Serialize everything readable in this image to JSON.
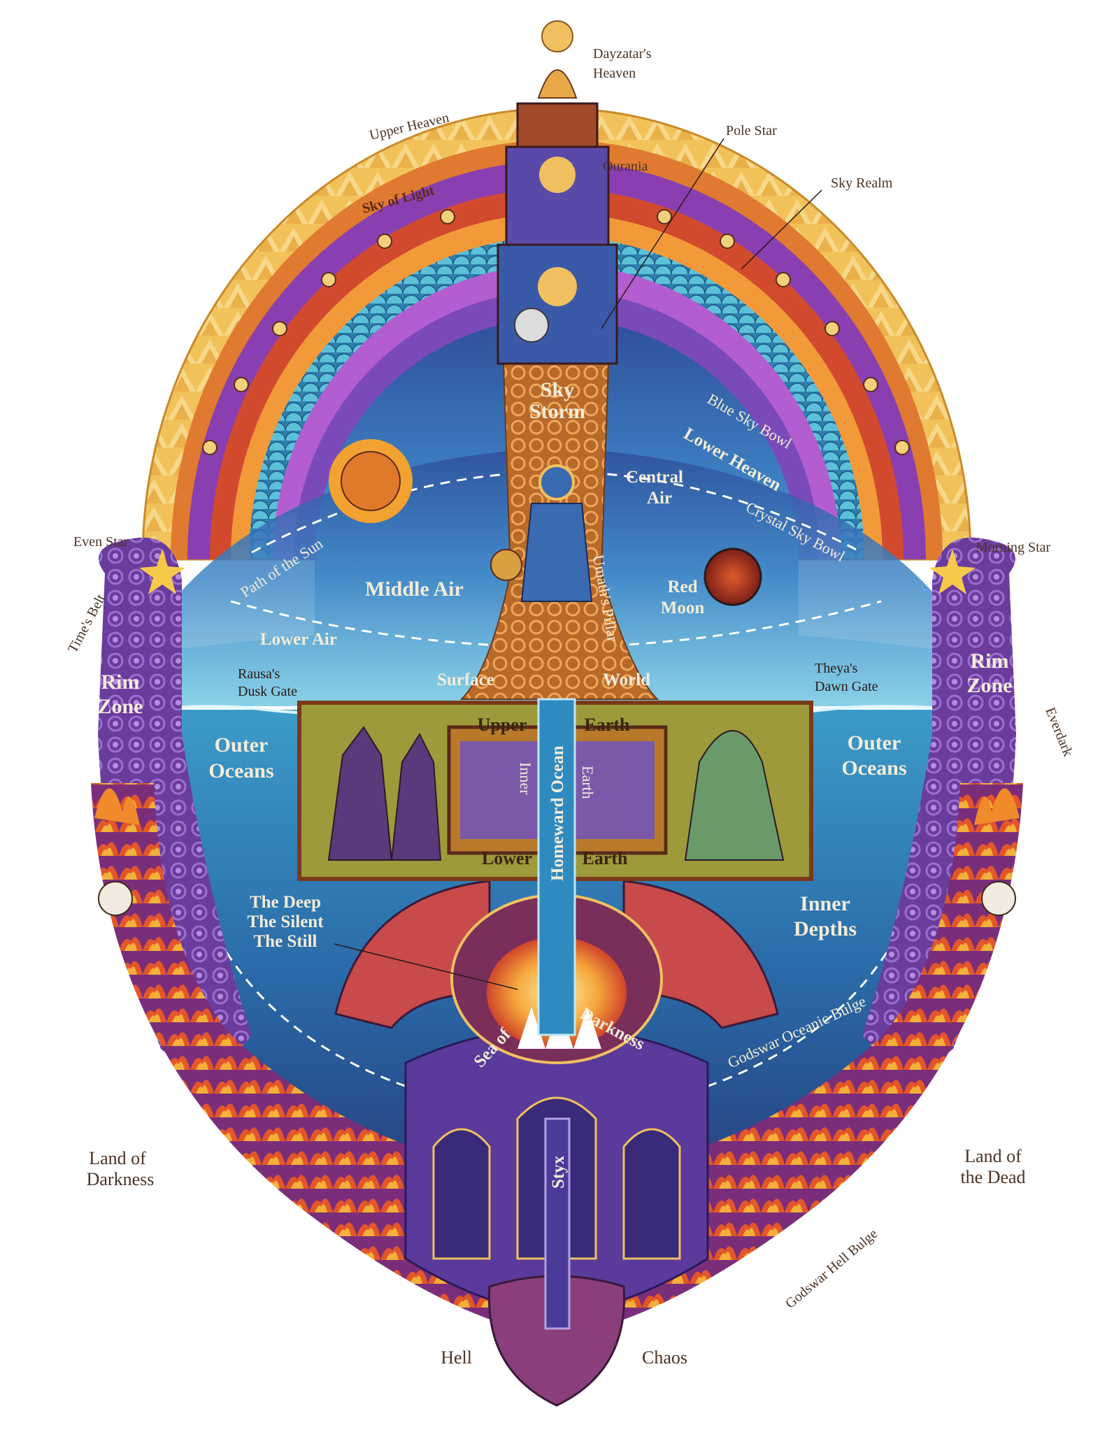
{
  "colors": {
    "upper_heaven": "#f0b84a",
    "sky_of_light": "#e9722c",
    "sky_realm": "#7d3ea1",
    "blue_sky_bowl": "#3a8fb8",
    "lower_heaven": "#a24fc0",
    "middle_air": "#4fa6d6",
    "outer_oceans": "#2e78b5",
    "inner_depths": "#2a5a9c",
    "rim_zone": "#6b3f9a",
    "hell_fire": "#e7542a",
    "pillar": "#c27a3a",
    "earth_panel": "#9a9a3a",
    "label_dark": "#4a3324",
    "label_light": "#f4ecd8"
  },
  "labels": {
    "dayzatar_1": "Dayzatar's",
    "dayzatar_2": "Heaven",
    "upper_heaven": "Upper Heaven",
    "pole_star": "Pole Star",
    "ourania": "Ourania",
    "sky_of_light": "Sky of Light",
    "sky_realm": "Sky Realm",
    "sky_storm_1": "Sky",
    "sky_storm_2": "Storm",
    "blue_sky_bowl": "Blue Sky Bowl",
    "lower_heaven": "Lower Heaven",
    "central_air_1": "Central",
    "central_air_2": "Air",
    "crystal_sky_bowl": "Crystal Sky Bowl",
    "path_of_the_sun": "Path of the Sun",
    "even_star": "Even Star",
    "morning_star": "Morning Star",
    "times_belt": "Time's Belt",
    "middle_air": "Middle Air",
    "umaths_pillar": "Umath's Pillar",
    "red_moon_1": "Red",
    "red_moon_2": "Moon",
    "lower_air": "Lower Air",
    "rausa_1": "Rausa's",
    "rausa_2": "Dusk Gate",
    "theya_1": "Theya's",
    "theya_2": "Dawn Gate",
    "surface": "Surface",
    "world": "World",
    "rim_zone_1": "Rim",
    "rim_zone_2": "Zone",
    "everdark": "Everdark",
    "outer_oceans_1": "Outer",
    "outer_oceans_2": "Oceans",
    "upper": "Upper",
    "earth": "Earth",
    "inner": "Inner",
    "homeward_ocean": "Homeward Ocean",
    "lower": "Lower",
    "the_deep": "The Deep",
    "the_silent": "The Silent",
    "the_still": "The Still",
    "inner_depths_1": "Inner",
    "inner_depths_2": "Depths",
    "sea_of": "Sea of",
    "darkness": "Darkness",
    "godswar_oceanic_bulge": "Godswar Oceanic Bulge",
    "land_of_darkness_1": "Land of",
    "land_of_darkness_2": "Darkness",
    "land_of_dead_1": "Land of",
    "land_of_dead_2": "the Dead",
    "styx": "Styx",
    "godswar_hell_bulge": "Godswar Hell Bulge",
    "hell": "Hell",
    "chaos": "Chaos"
  }
}
